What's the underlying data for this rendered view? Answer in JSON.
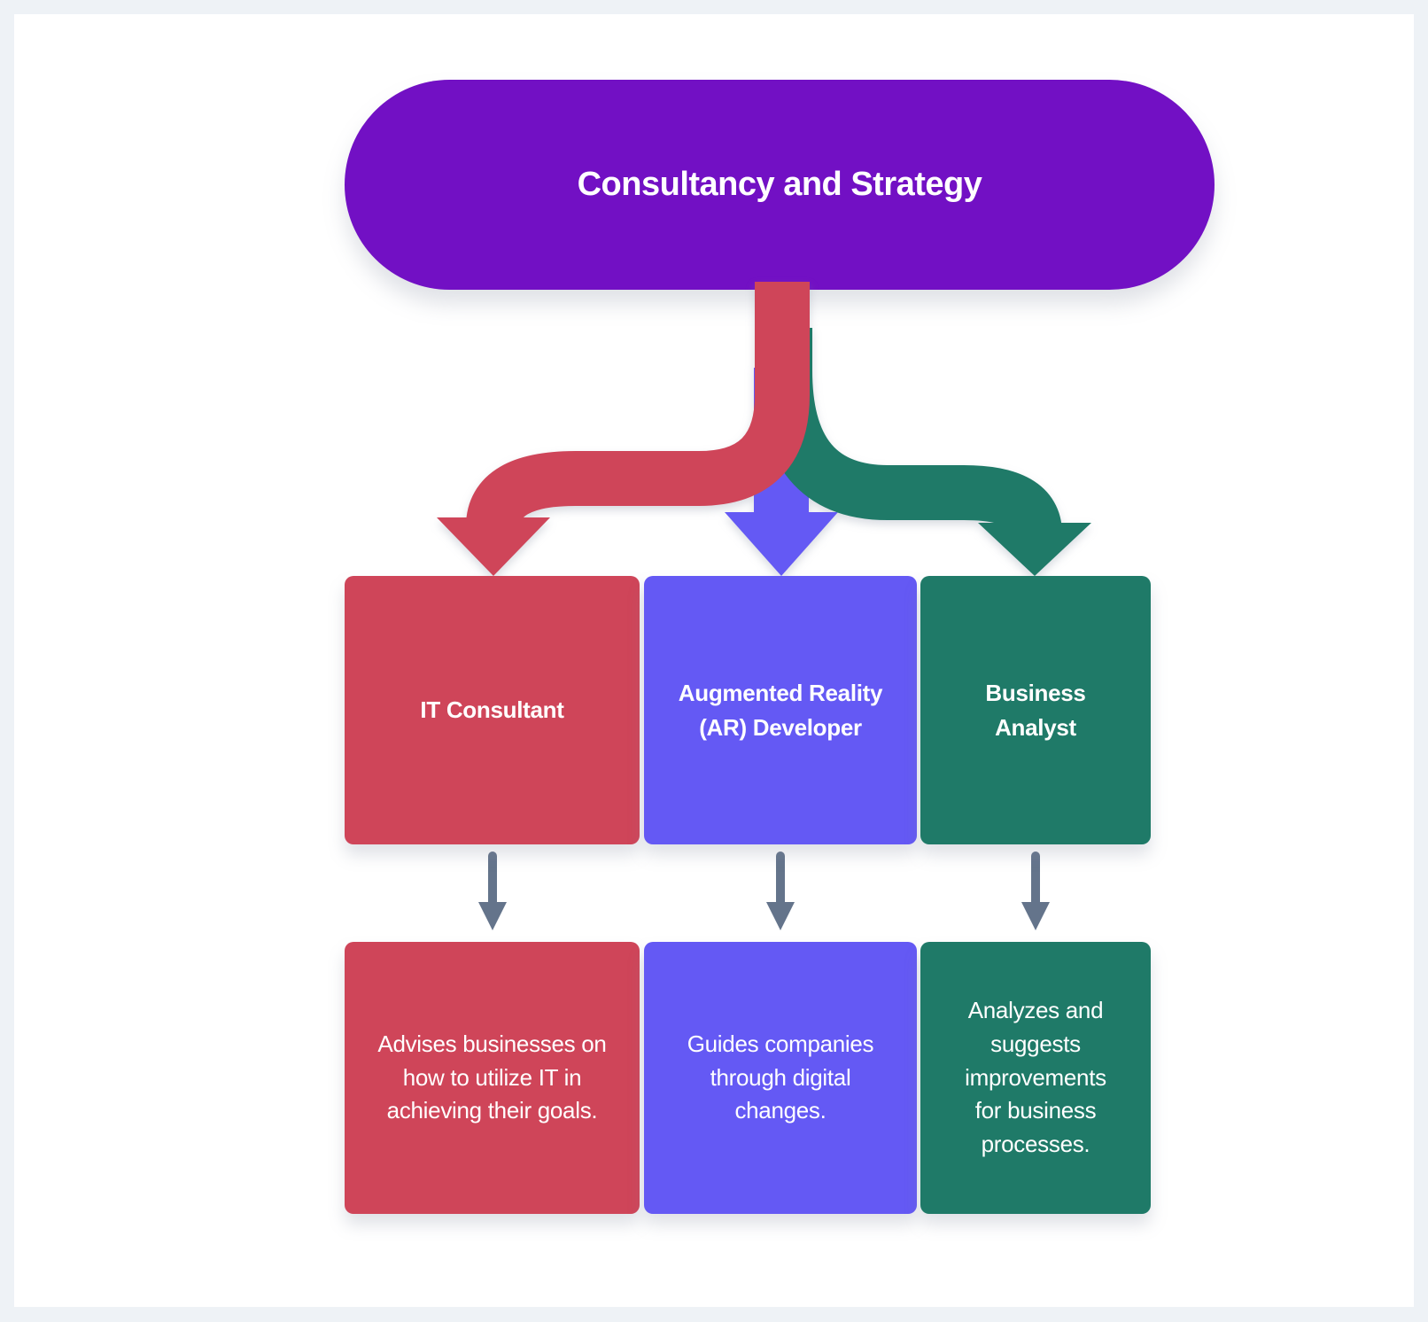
{
  "colors": {
    "background": "#EEF2F6",
    "card": "#FFFFFF",
    "purple": "#7210C4",
    "red": "#CF4559",
    "blue": "#6459F4",
    "green": "#1F7A68",
    "connector": "#64748B",
    "text": "#FFFFFF"
  },
  "root": {
    "label": "Consultancy and Strategy"
  },
  "branches": [
    {
      "title": "IT Consultant",
      "description": "Advises businesses on how to utilize IT in achieving their goals.",
      "color": "red"
    },
    {
      "title": "Augmented Reality (AR) Developer",
      "description": "Guides companies through digital changes.",
      "color": "blue"
    },
    {
      "title": "Business Analyst",
      "description": "Analyzes and suggests improvements for business processes.",
      "color": "green"
    }
  ]
}
